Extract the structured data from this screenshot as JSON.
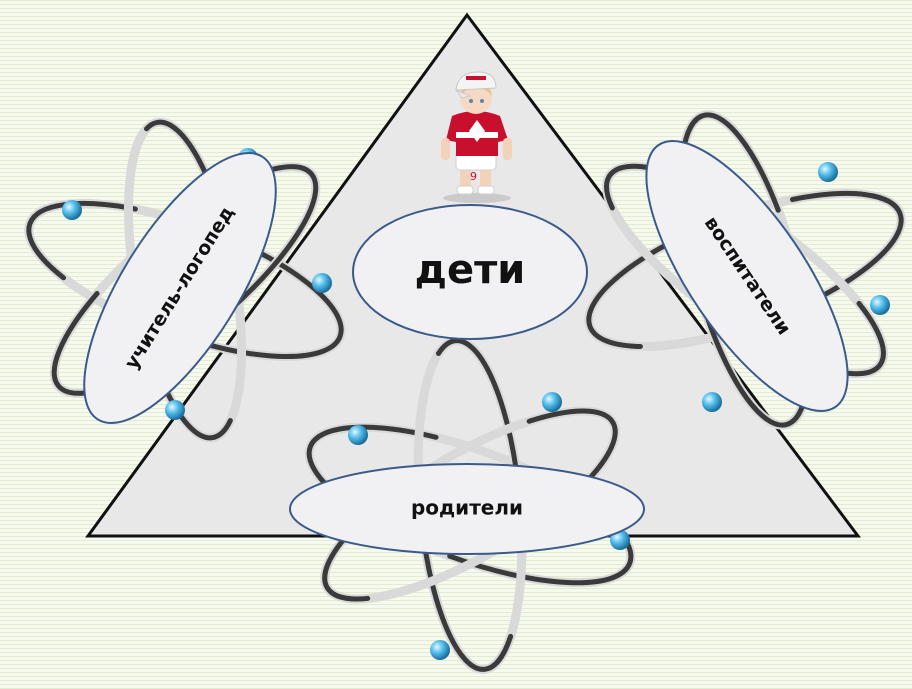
{
  "diagram": {
    "center_label": "дети",
    "left_label": "учитель-логопед",
    "right_label": "воспитатели",
    "bottom_label": "родители",
    "child_figure": {
      "jersey_number": "9"
    },
    "colors": {
      "triangle_fill": "#e8e8e8",
      "triangle_stroke": "#111111",
      "ellipse_fill": "#f1f1f3",
      "ellipse_stroke": "#3b5a8c",
      "orbit": "#3c3c3c",
      "electron": "#3aa7d8",
      "jersey": "#c8102e"
    }
  }
}
